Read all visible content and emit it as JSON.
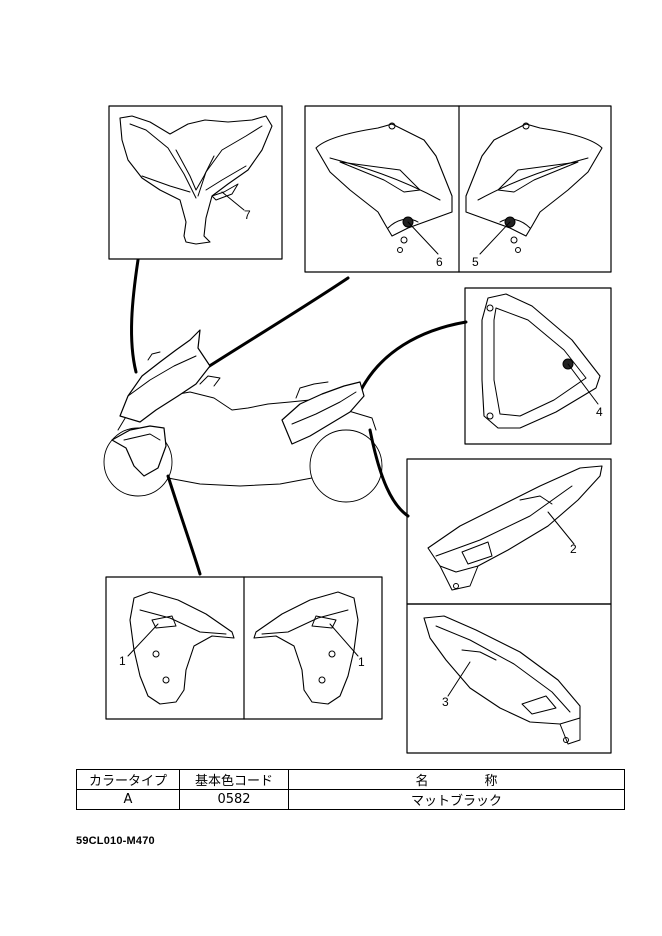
{
  "callouts": {
    "front_cowl": "7",
    "side_cover_left": "6",
    "side_cover_right": "5",
    "seat_panel": "4",
    "side_panel_upper": "2",
    "side_panel_lower": "3",
    "front_side_left": "1",
    "front_side_right": "1"
  },
  "color_table": {
    "headers": {
      "type": "カラータイプ",
      "code": "基本色コード",
      "name_left": "名",
      "name_right": "称"
    },
    "rows": [
      {
        "type": "A",
        "code": "0582",
        "name": "マットブラック"
      }
    ]
  },
  "catalog_code": "59CL010-M470"
}
